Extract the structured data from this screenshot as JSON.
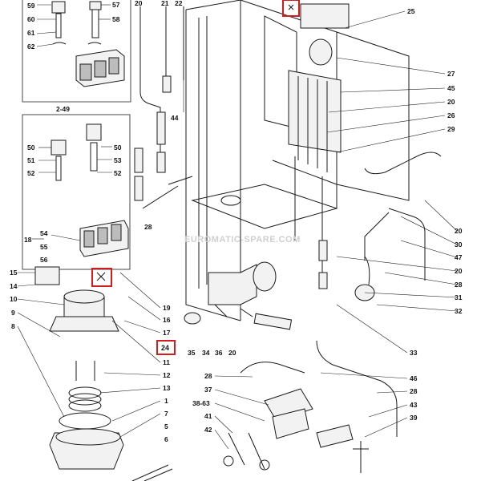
{
  "watermark": "EUROMATIC-SPARE.COM",
  "box_labels": {
    "valve_group_b": "2-49"
  },
  "highlighted_parts": [
    "24"
  ],
  "callouts": {
    "c59": "59",
    "c60": "60",
    "c61": "61",
    "c62": "62",
    "c57": "57",
    "c58": "58",
    "c20a": "20",
    "c21": "21",
    "c22": "22",
    "c44": "44",
    "c50a": "50",
    "c51": "51",
    "c52a": "52",
    "c50b": "50",
    "c53": "53",
    "c52b": "52",
    "c28a": "28",
    "c18": "18",
    "c54": "54",
    "c55": "55",
    "c56": "56",
    "c15": "15",
    "c14": "14",
    "c10": "10",
    "c9": "9",
    "c8": "8",
    "c19": "19",
    "c16": "16",
    "c17": "17",
    "c24": "24",
    "c11": "11",
    "c12": "12",
    "c13": "13",
    "c1": "1",
    "c7": "7",
    "c5": "5",
    "c6": "6",
    "c35": "35",
    "c34": "34",
    "c36": "36",
    "c20b": "20",
    "c25": "25",
    "c27": "27",
    "c45": "45",
    "c20c": "20",
    "c26": "26",
    "c29": "29",
    "c20d": "20",
    "c30": "30",
    "c47": "47",
    "c20e": "20",
    "c28b": "28",
    "c31": "31",
    "c32": "32",
    "c33": "33",
    "c46": "46",
    "c28c": "28",
    "c43": "43",
    "c39": "39",
    "c28d": "28",
    "c37": "37",
    "c3863": "38-63",
    "c41": "41",
    "c42": "42"
  }
}
